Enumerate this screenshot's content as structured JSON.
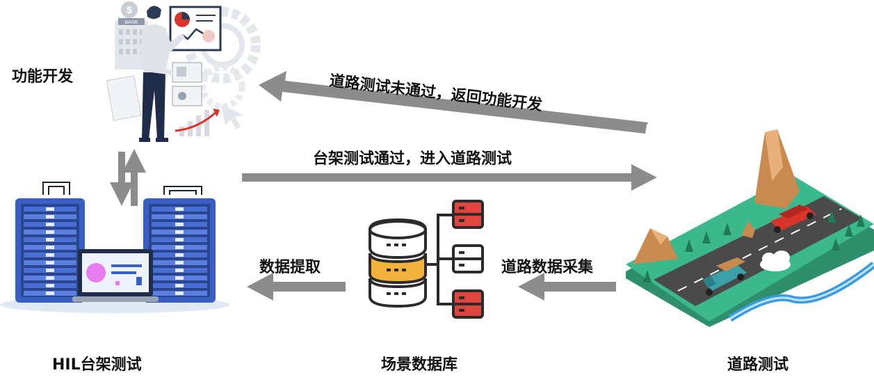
{
  "labels": {
    "function_dev": "功能开发",
    "hil_test": "HIL台架测试",
    "scenario_db": "场景数据库",
    "road_test": "道路测试"
  },
  "arrows": {
    "fail_return": "道路测试未通过，返回功能开发",
    "bench_pass": "台架测试通过，进入道路测试",
    "data_extract": "数据提取",
    "road_collect": "道路数据采集"
  },
  "illustration_text": {
    "bank_sign": "BANK",
    "dollar": "$"
  },
  "colors": {
    "arrow_gray": "#8c8c8c",
    "server_blue": "#3a5fc4",
    "db_orange": "#f3b23c",
    "db_red": "#e0463f",
    "road_green": "#3cb98c",
    "car_red": "#d9342b",
    "rock_tan": "#c98a50"
  }
}
